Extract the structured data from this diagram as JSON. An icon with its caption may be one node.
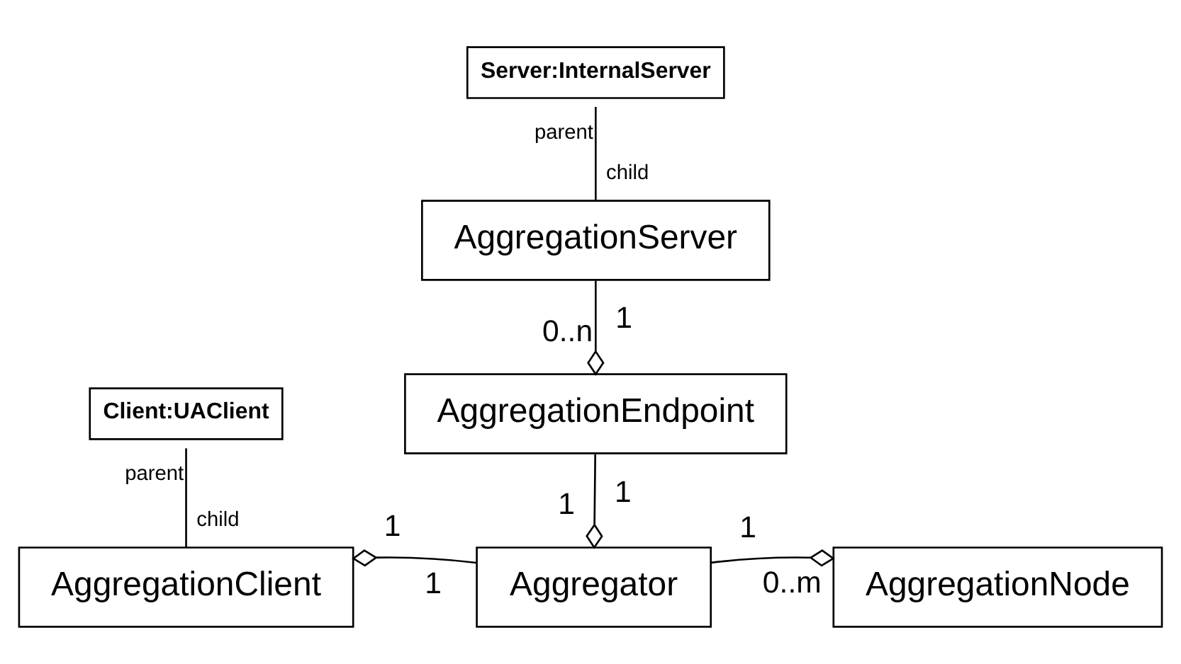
{
  "diagram": {
    "nodes": [
      {
        "text": [
          "Server:InternalServer"
        ]
      },
      {
        "text": [
          "AggregationServer"
        ]
      },
      {
        "text": [
          "AggregationEndpoint"
        ]
      },
      {
        "text": [
          "Client:UAClient"
        ]
      },
      {
        "text": [
          "AggregationClient"
        ]
      },
      {
        "text": [
          "Aggregator"
        ]
      },
      {
        "text": [
          "AggregationNode"
        ]
      }
    ],
    "edges": [
      {
        "from": 0,
        "to": 1,
        "arrow": "none"
      },
      {
        "from": 1,
        "to": 2,
        "arrow": "other"
      },
      {
        "from": 2,
        "to": 5,
        "arrow": "other"
      },
      {
        "from": 5,
        "to": 4,
        "arrow": "other"
      },
      {
        "from": 5,
        "to": 6,
        "arrow": "other"
      },
      {
        "from": 3,
        "to": 4,
        "arrow": "none"
      }
    ],
    "labels": [
      "parent",
      "child",
      "1",
      "0..n",
      "parent",
      "child",
      "1",
      "1",
      "1",
      "0..m",
      "1",
      "1"
    ]
  }
}
